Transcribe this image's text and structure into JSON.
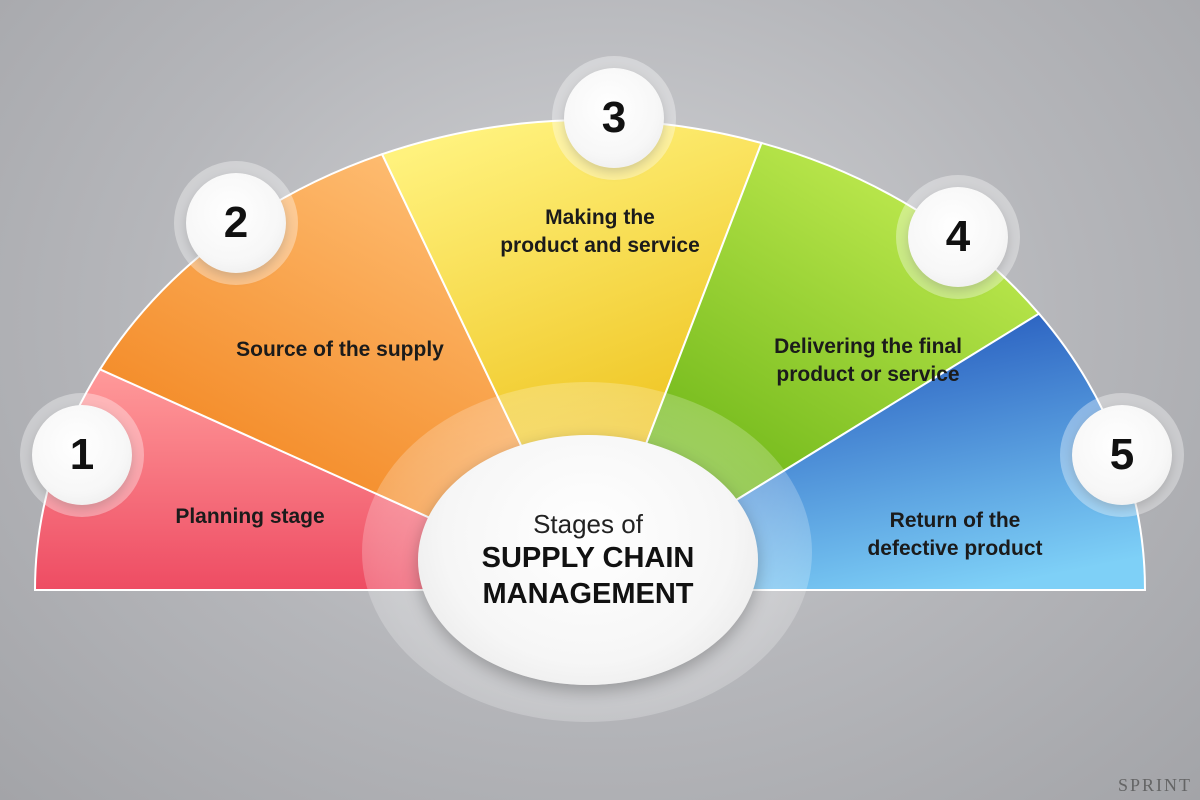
{
  "hub": {
    "subtitle": "Stages of",
    "title_line1": "SUPPLY CHAIN",
    "title_line2": "MANAGEMENT"
  },
  "stages": [
    {
      "number": "1",
      "lines": [
        "Planning stage"
      ],
      "color_start": "#ff9a9a",
      "color_end": "#ee4c63"
    },
    {
      "number": "2",
      "lines": [
        "Source of the supply"
      ],
      "color_start": "#ffc27a",
      "color_end": "#f07a0e"
    },
    {
      "number": "3",
      "lines": [
        "Making the",
        "product and service"
      ],
      "color_start": "#fff27d",
      "color_end": "#e9b400"
    },
    {
      "number": "4",
      "lines": [
        "Delivering the final",
        "product or service"
      ],
      "color_start": "#c7ef55",
      "color_end": "#5aa90a"
    },
    {
      "number": "5",
      "lines": [
        "Return of the",
        "defective product"
      ],
      "color_start": "#7ed0f7",
      "color_end": "#1d4fb8"
    }
  ],
  "watermark": "SPRINT"
}
